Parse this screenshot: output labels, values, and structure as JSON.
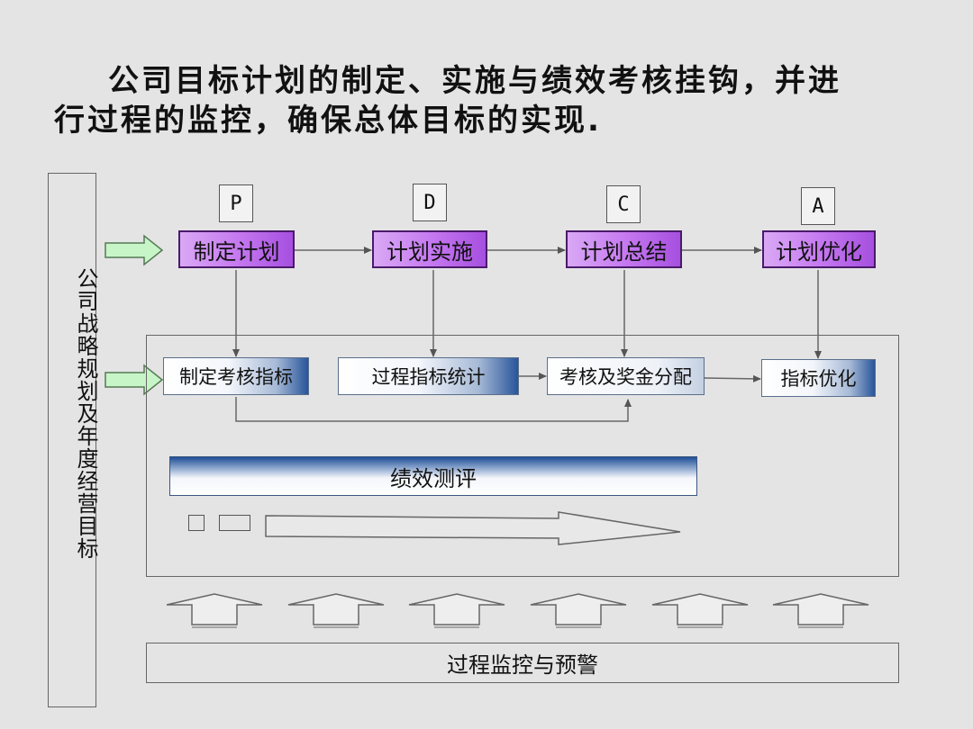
{
  "headline": {
    "line1": "公司目标计划的制定、实施与绩效考核挂钩，并进",
    "line2": "行过程的监控，确保总体目标的实现."
  },
  "sidebar": {
    "label": "公司战略规划及年度经营目标"
  },
  "phases": [
    {
      "letter": "P",
      "stage": "制定计划",
      "kpi": "制定考核指标"
    },
    {
      "letter": "D",
      "stage": "计划实施",
      "kpi": "过程指标统计"
    },
    {
      "letter": "C",
      "stage": "计划总结",
      "kpi": "考核及奖金分配"
    },
    {
      "letter": "A",
      "stage": "计划优化",
      "kpi": "指标优化"
    }
  ],
  "performance_bar": {
    "label": "绩效测评"
  },
  "monitoring": {
    "label": "过程监控与预警"
  },
  "colors": {
    "stage_fill": "#c67af0",
    "stage_border": "#4a1a6a",
    "kpi_gradient_end": "#28559a",
    "input_arrow_fill": "#c8f5c8"
  }
}
